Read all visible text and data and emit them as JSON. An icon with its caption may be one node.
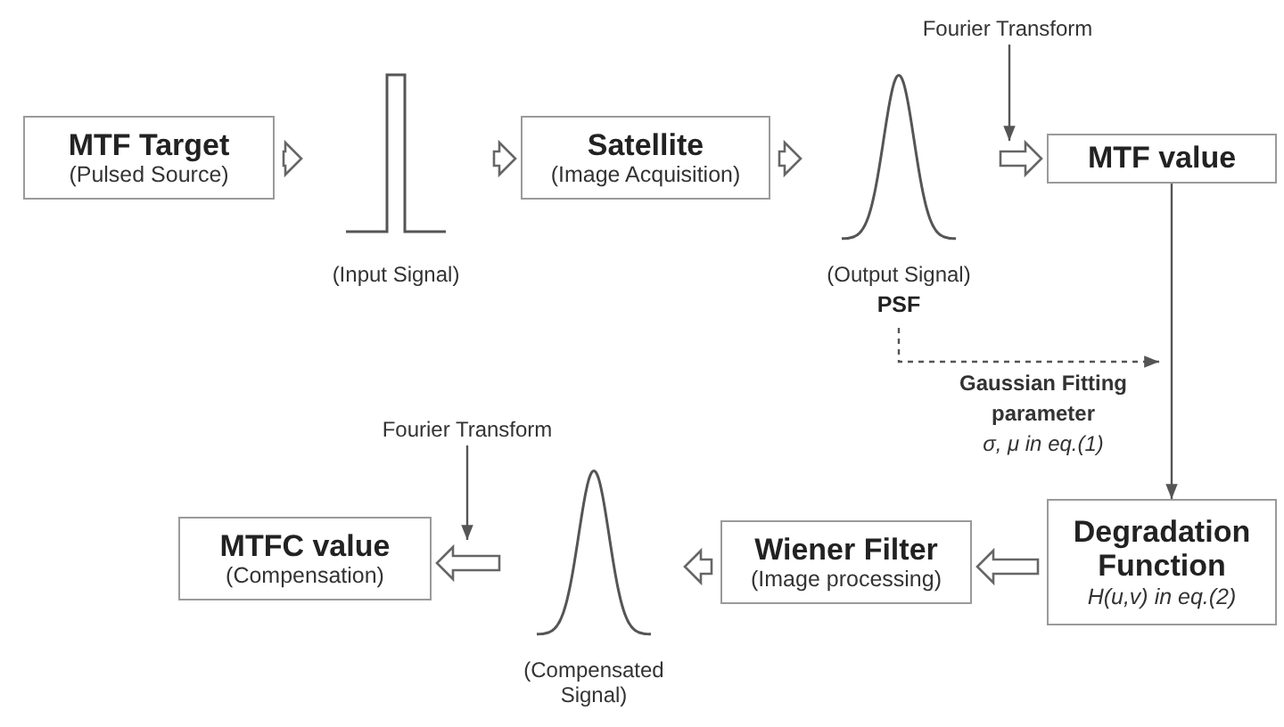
{
  "diagram": {
    "nodes": [
      {
        "text": [
          "MTF Target",
          "(Pulsed Source)"
        ]
      },
      {
        "text": [
          "(Input Signal)"
        ]
      },
      {
        "text": [
          "Satellite",
          "(Image Acquisition)"
        ]
      },
      {
        "text": [
          "(Output Signal)",
          "PSF"
        ]
      },
      {
        "text": [
          "MTF value"
        ]
      },
      {
        "text": [
          "Degradation Function",
          "H(u,v) in eq.(2)"
        ]
      },
      {
        "text": [
          "Wiener Filter",
          "(Image processing)"
        ]
      },
      {
        "text": [
          "(Compensated Signal)"
        ]
      },
      {
        "text": [
          "MTFC value",
          "(Compensation)"
        ]
      },
      {
        "text": [
          "Fourier Transform"
        ]
      },
      {
        "text": [
          "Fourier Transform"
        ]
      }
    ],
    "edges": [
      {
        "from": 0,
        "to": 1,
        "arrow": "to"
      },
      {
        "from": 1,
        "to": 2,
        "arrow": "to"
      },
      {
        "from": 2,
        "to": 3,
        "arrow": "to"
      },
      {
        "from": 3,
        "to": 4,
        "arrow": "to"
      },
      {
        "from": 4,
        "to": 5,
        "arrow": "to"
      },
      {
        "from": 5,
        "to": 6,
        "arrow": "to"
      },
      {
        "from": 6,
        "to": 7,
        "arrow": "to"
      },
      {
        "from": 7,
        "to": 8,
        "arrow": "to"
      },
      {
        "from": 9,
        "to": 4,
        "arrow": "to"
      },
      {
        "from": 10,
        "to": 8,
        "arrow": "to"
      },
      {
        "from": 3,
        "to": null,
        "arrow": "to",
        "style": "dashed",
        "label": "**Gaussian Fitting parameter** *σ, μ in eq.(1)*"
      }
    ]
  }
}
